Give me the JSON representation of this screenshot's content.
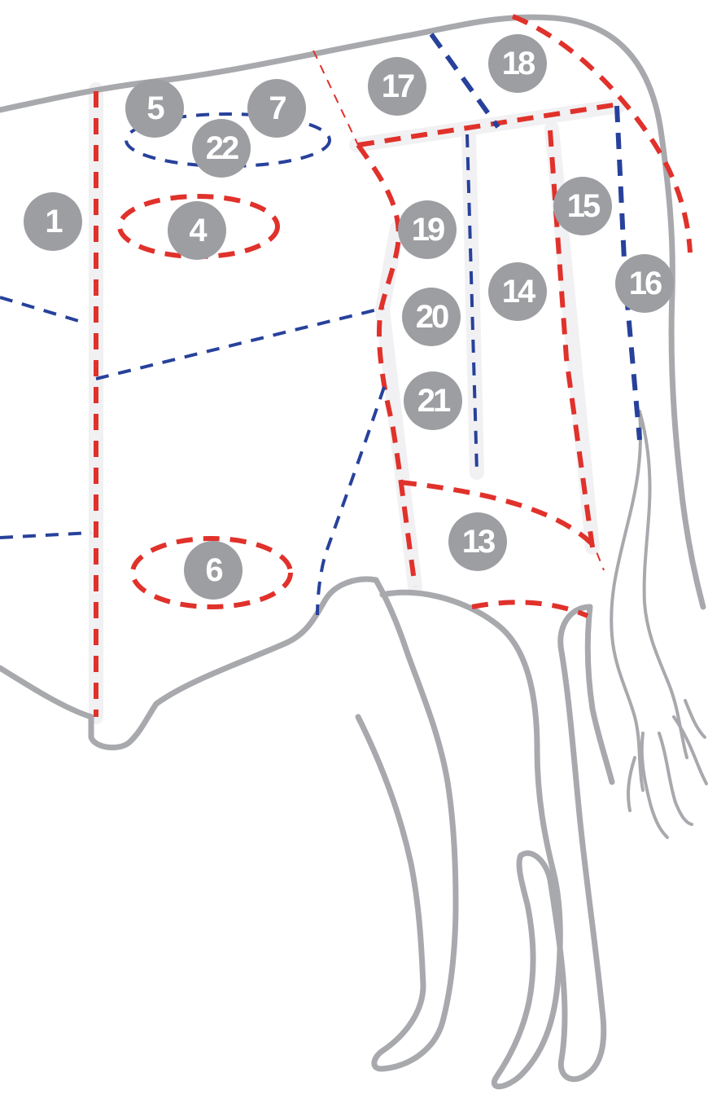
{
  "diagram": {
    "region_labels": [
      "1",
      "4",
      "5",
      "6",
      "7",
      "13",
      "14",
      "15",
      "16",
      "17",
      "18",
      "19",
      "20",
      "21",
      "22"
    ]
  },
  "colors": {
    "outline": "#a8a9ad",
    "badge": "#9d9ea2",
    "cut_line_red": "#e0312b",
    "cut_line_blue": "#27419b"
  }
}
